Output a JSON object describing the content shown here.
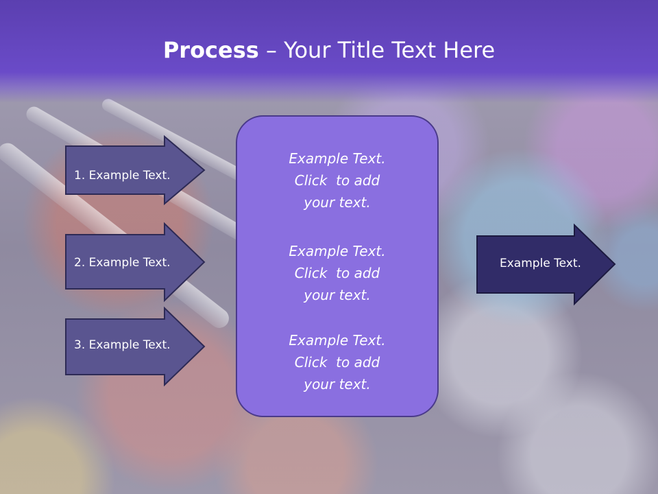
{
  "title": {
    "bold": "Process",
    "rest": " – Your Title Text Here"
  },
  "left_arrows": [
    {
      "label": "1. Example Text."
    },
    {
      "label": "2. Example Text."
    },
    {
      "label": "3. Example Text."
    }
  ],
  "center_blocks": [
    {
      "line1": "Example Text.",
      "line2": "Click  to add",
      "line3": "your text."
    },
    {
      "line1": "Example Text.",
      "line2": "Click  to add",
      "line3": "your text."
    },
    {
      "line1": "Example Text.",
      "line2": "Click  to add",
      "line3": "your text."
    }
  ],
  "right_arrow": {
    "label": "Example Text."
  },
  "colors": {
    "header": "#6a4bc8",
    "left_arrow_fill": "#5a5590",
    "center_box_fill": "#8a6fe0",
    "right_arrow_fill": "#312c68"
  }
}
